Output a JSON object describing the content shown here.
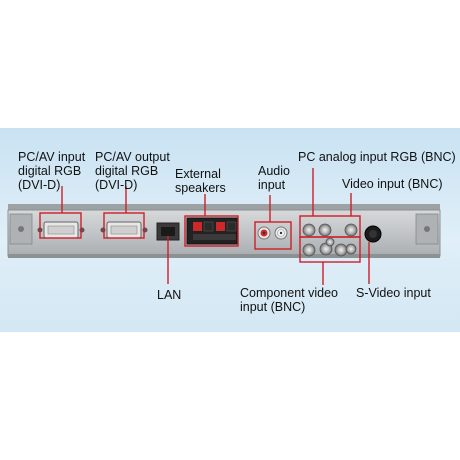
{
  "labels": {
    "pc_av_input": "PC/AV input\ndigital RGB\n(DVI-D)",
    "pc_av_output": "PC/AV output\ndigital RGB\n(DVI-D)",
    "external_speakers": "External\nspeakers",
    "audio_input": "Audio\ninput",
    "pc_analog_input": "PC analog input RGB (BNC)",
    "video_input": "Video input (BNC)",
    "lan": "LAN",
    "component_video": "Component video\ninput (BNC)",
    "s_video_input": "S-Video input"
  },
  "colors": {
    "callout_red": "#cc1f2a",
    "panel_metal": "#bfc2c4",
    "background_blue": "#d4e8f5"
  }
}
